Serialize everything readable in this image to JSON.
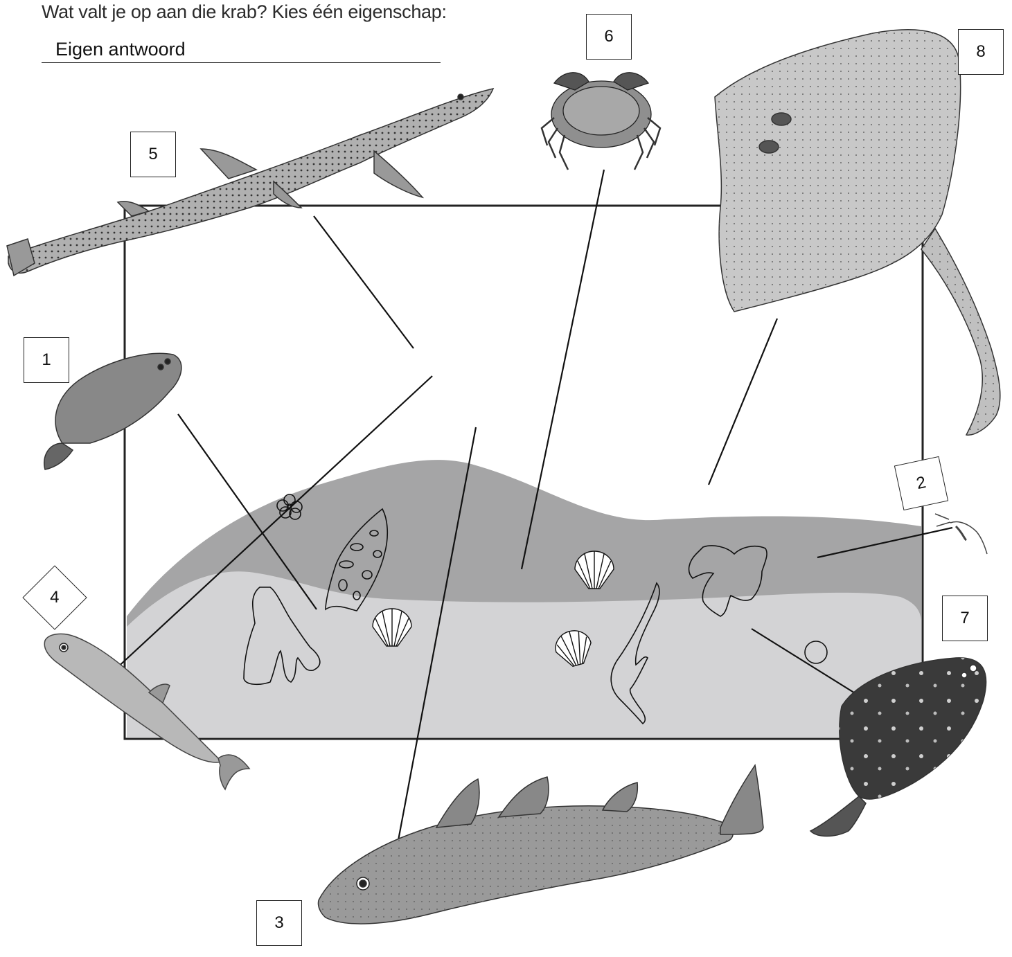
{
  "question": "Wat valt je op aan die krab? Kies één eigenschap:",
  "answer": {
    "placeholder": "Eigen antwoord",
    "value": ""
  },
  "labels": {
    "one": "1",
    "two": "2",
    "three": "3",
    "four": "4",
    "five": "5",
    "six": "6",
    "seven": "7",
    "eight": "8"
  },
  "colors": {
    "deep_seabed": "#a5a5a6",
    "shallow_seabed": "#d3d3d5",
    "frame": "#222222",
    "animal_dark": "#4a4a4a",
    "animal_light": "#b8b8b8"
  },
  "icons": [
    "flatfish-sole",
    "shrimp",
    "cod",
    "herring",
    "dogfish-shark",
    "crab",
    "plaice",
    "ray",
    "shell",
    "worm",
    "seaweed"
  ]
}
